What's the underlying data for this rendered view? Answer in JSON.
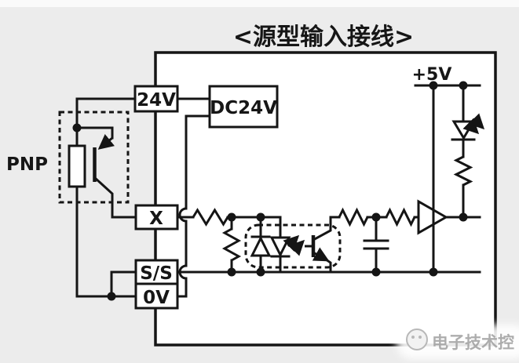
{
  "title": "<源型输入接线>",
  "sensor": {
    "label": "PNP"
  },
  "terminals": {
    "power_24v": "24V",
    "input_x": "X",
    "ss": "S/S",
    "zero_v": "0V"
  },
  "power_supply": {
    "label": "DC24V"
  },
  "internal": {
    "rail_label": "+5V"
  },
  "watermark": {
    "text": "电子技术控"
  },
  "colors": {
    "line": "#151515",
    "background": "#ececec",
    "panel": "#ffffff",
    "watermark_text": "#9f9f9f"
  }
}
